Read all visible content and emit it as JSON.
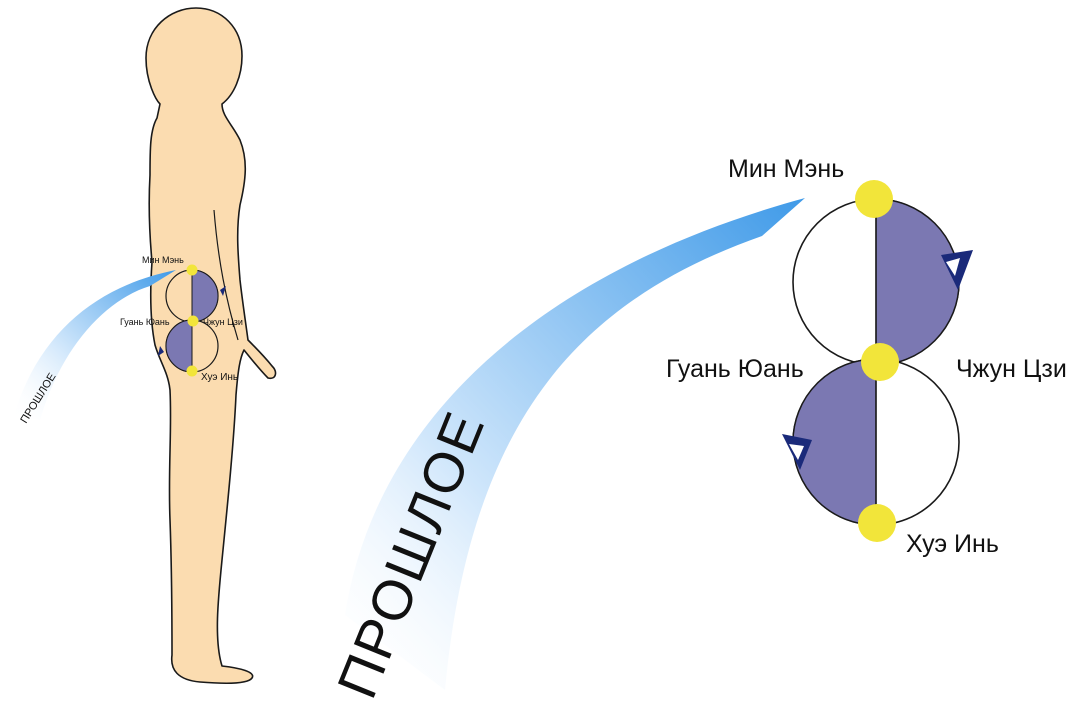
{
  "labels": {
    "top": "Мин Мэнь",
    "middle_left": "Гуань Юань",
    "middle_right": "Чжун Цзи",
    "bottom": "Хуэ Инь",
    "flow": "ПРОШЛОЕ"
  },
  "colors": {
    "background": "#ffffff",
    "skin": "#fbdcb0",
    "outline": "#1a1a1a",
    "half_fill": "#7b78b2",
    "point": "#f2e53a",
    "arrow": "#1a2a7a",
    "flow_light": "#ffffff",
    "flow_dark": "#3f9ae8"
  }
}
